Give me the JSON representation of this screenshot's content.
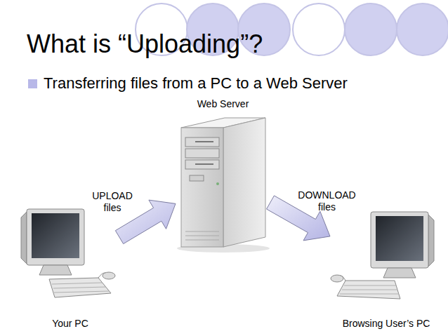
{
  "diagram": {
    "title": "What is “Uploading”?",
    "nodes": [
      {
        "text": [
          "Web Server"
        ]
      },
      {
        "text": [
          "Your PC"
        ]
      },
      {
        "text": [
          "Browsing User’s PC"
        ]
      }
    ],
    "edges": [
      {
        "from": 1,
        "to": 0,
        "arrow": "to",
        "label": "UPLOAD files"
      },
      {
        "from": 0,
        "to": 2,
        "arrow": "to",
        "label": "DOWNLOAD files"
      }
    ],
    "labels": [
      "Transferring files from a PC to a Web Server"
    ]
  }
}
